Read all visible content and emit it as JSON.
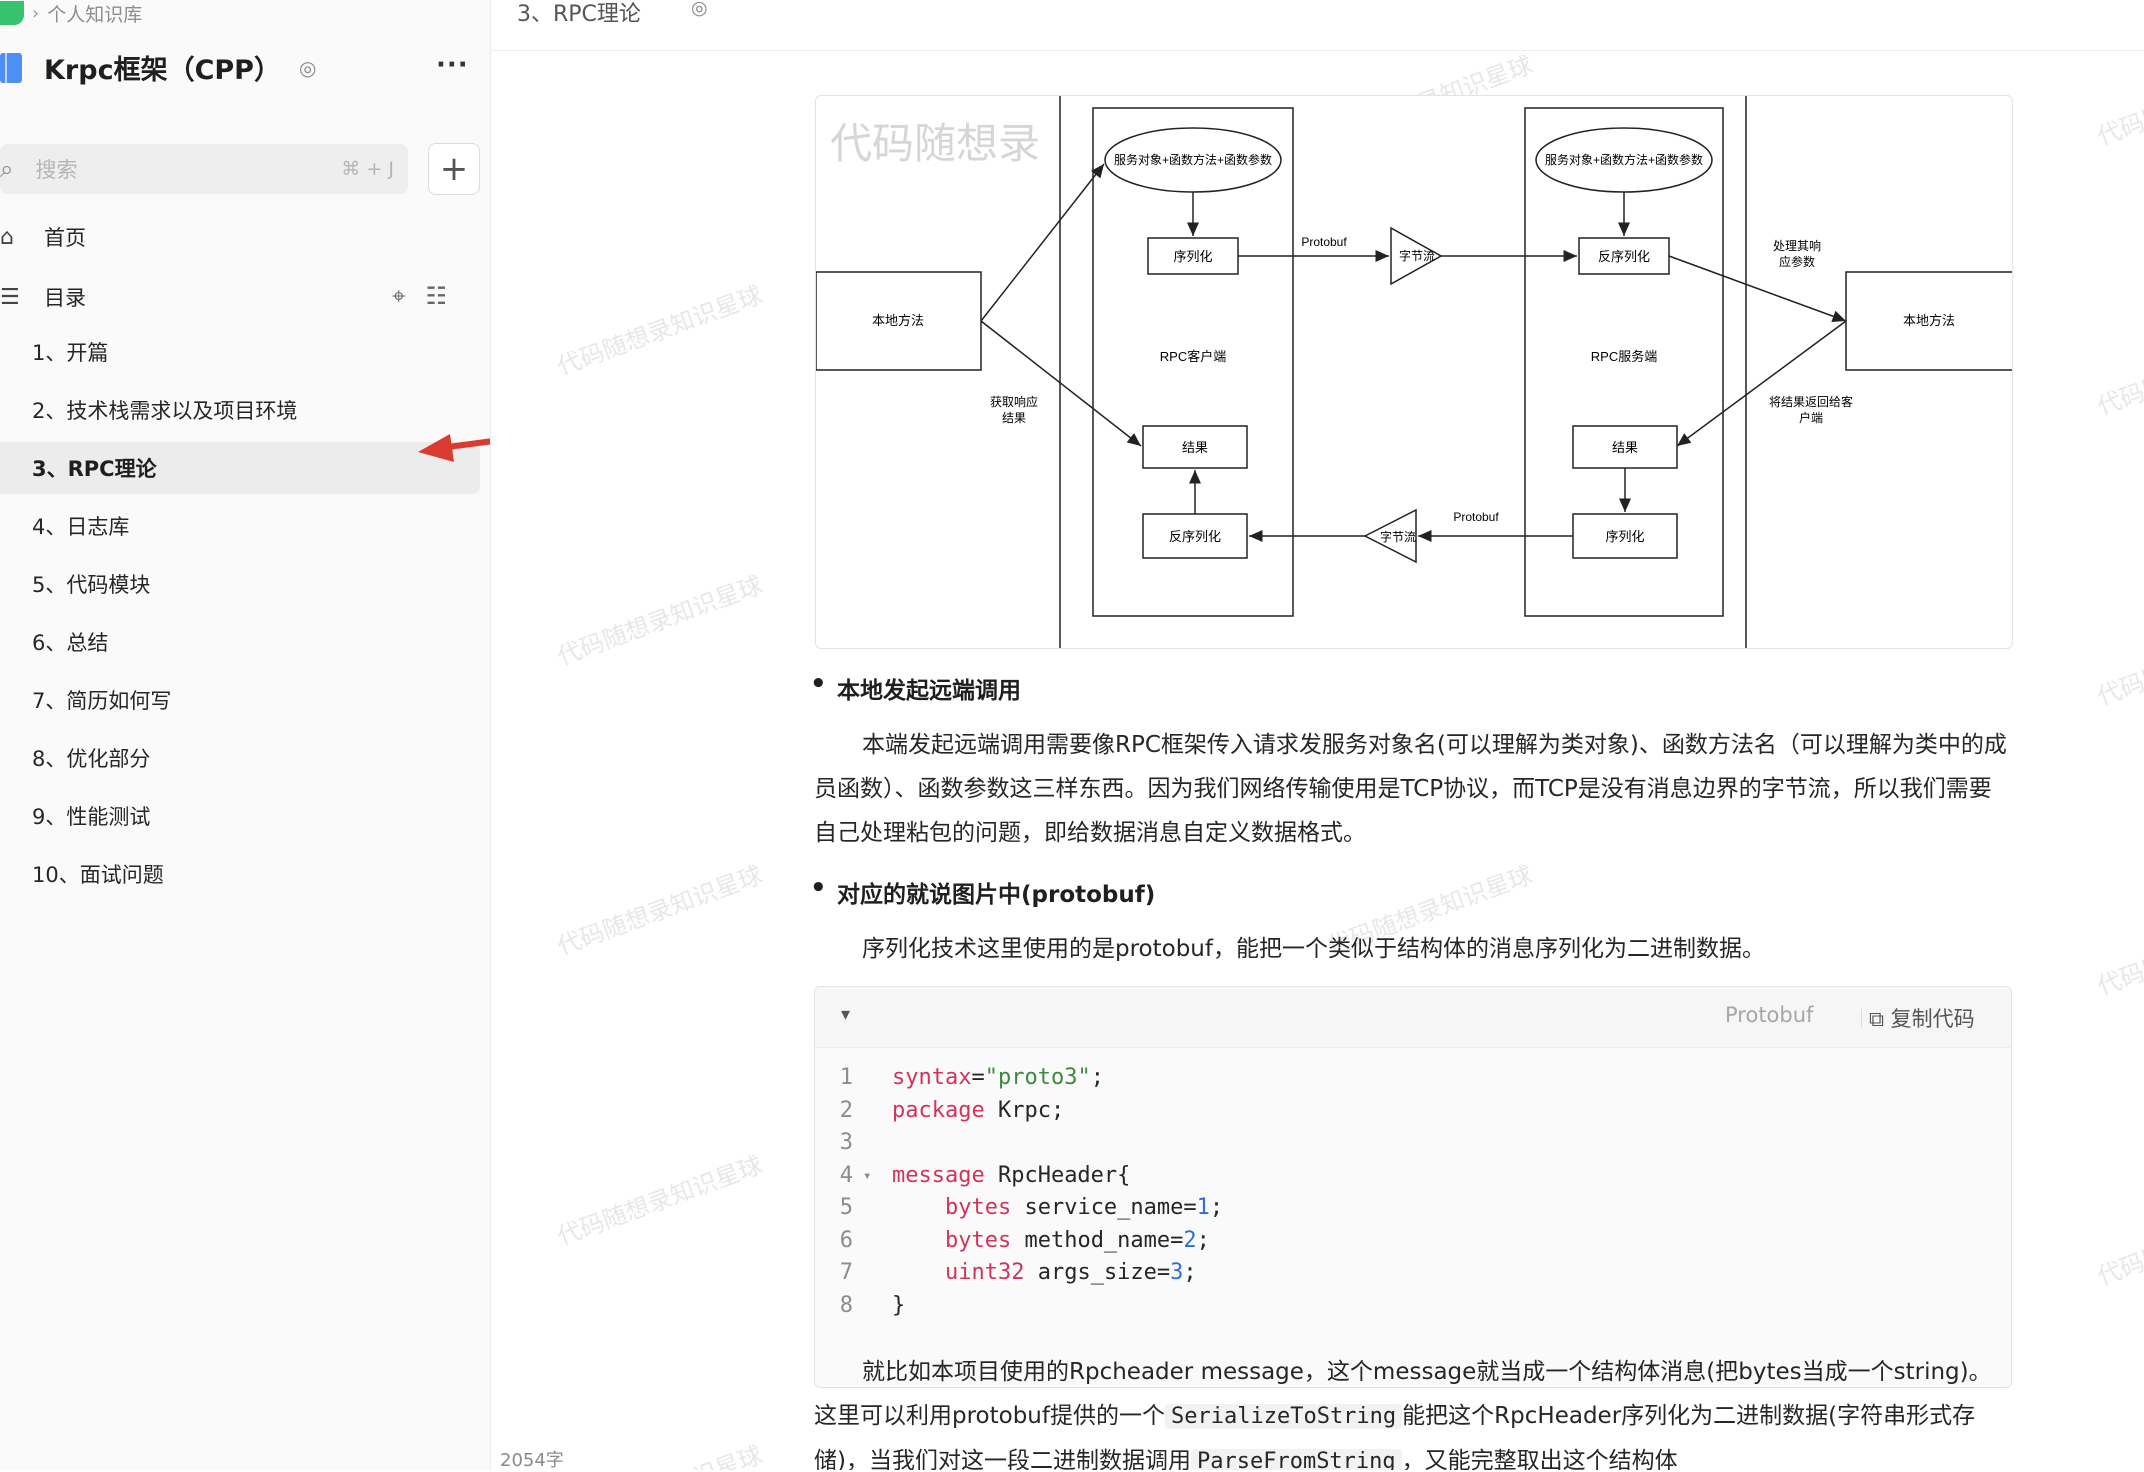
{
  "sidebar": {
    "breadcrumb": "个人知识库",
    "book_title": "Krpc框架（CPP）",
    "more": "···",
    "search_placeholder": "搜索",
    "search_shortcut": "⌘ + J",
    "add": "+",
    "home": "首页",
    "toc": "目录",
    "toc_items": [
      "1、开篇",
      "2、技术栈需求以及项目环境",
      "3、RPC理论",
      "4、日志库",
      "5、代码模块",
      "6、总结",
      "7、简历如何写",
      "8、优化部分",
      "9、性能测试",
      "10、面试问题"
    ],
    "active_index": 2
  },
  "header": {
    "doc_title": "3、RPC理论"
  },
  "watermark": "代码随想录知识星球",
  "diagram": {
    "watermark": "代码随想录",
    "client_title": "RPC客户端",
    "server_title": "RPC服务端",
    "ellipse_label": "服务对象+函数方法+函数参数",
    "serialize": "序列化",
    "deserialize": "反序列化",
    "result": "结果",
    "byte_stream": "字节流",
    "protobuf": "Protobuf",
    "local_method": "本地方法",
    "get_response_1": "获取响应",
    "get_response_2": "结果",
    "process_1": "处理其响",
    "process_2": "应参数",
    "return_1": "将结果返回给客",
    "return_2": "户端"
  },
  "content": {
    "bullet1": "本地发起远端调用",
    "para1": "本端发起远端调用需要像RPC框架传入请求发服务对象名(可以理解为类对象)、函数方法名（可以理解为类中的成员函数）、函数参数这三样东西。因为我们网络传输使用是TCP协议，而TCP是没有消息边界的字节流，所以我们需要自己处理粘包的问题，即给数据消息自定义数据格式。",
    "bullet2": "对应的就说图片中(protobuf)",
    "para2": "序列化技术这里使用的是protobuf，能把一个类似于结构体的消息序列化为二进制数据。",
    "code_lang": "Protobuf",
    "copy_label": "复制代码",
    "code_lines": [
      {
        "n": "1",
        "parts": [
          {
            "t": "syntax",
            "c": "kw"
          },
          {
            "t": "=",
            "c": ""
          },
          {
            "t": "\"proto3\"",
            "c": "str"
          },
          {
            "t": ";",
            "c": ""
          }
        ]
      },
      {
        "n": "2",
        "parts": [
          {
            "t": "package",
            "c": "kw"
          },
          {
            "t": " Krpc;",
            "c": ""
          }
        ]
      },
      {
        "n": "3",
        "parts": []
      },
      {
        "n": "4",
        "fold": true,
        "parts": [
          {
            "t": "message",
            "c": "kw"
          },
          {
            "t": " RpcHeader{",
            "c": ""
          }
        ]
      },
      {
        "n": "5",
        "parts": [
          {
            "t": "    ",
            "c": ""
          },
          {
            "t": "bytes",
            "c": "kw"
          },
          {
            "t": " service_name=",
            "c": ""
          },
          {
            "t": "1",
            "c": "num"
          },
          {
            "t": ";",
            "c": ""
          }
        ]
      },
      {
        "n": "6",
        "parts": [
          {
            "t": "    ",
            "c": ""
          },
          {
            "t": "bytes",
            "c": "kw"
          },
          {
            "t": " method_name=",
            "c": ""
          },
          {
            "t": "2",
            "c": "num"
          },
          {
            "t": ";",
            "c": ""
          }
        ]
      },
      {
        "n": "7",
        "parts": [
          {
            "t": "    ",
            "c": ""
          },
          {
            "t": "uint32",
            "c": "kw"
          },
          {
            "t": " args_size=",
            "c": ""
          },
          {
            "t": "3",
            "c": "num"
          },
          {
            "t": ";",
            "c": ""
          }
        ]
      },
      {
        "n": "8",
        "parts": [
          {
            "t": "}",
            "c": ""
          }
        ]
      }
    ],
    "para3_a": "就比如本项目使用的Rpcheader message，这个message就当成一个结构体消息(把bytes当成一个string)。这里可以利用protobuf提供的一个",
    "para3_code1": "SerializeToString",
    "para3_b": "能把这个RpcHeader序列化为二进制数据(字符串形式存储)，当我们对这一段二进制数据调用",
    "para3_code2": "ParseFromString",
    "para3_c": "，又能完整取出这个结构体"
  },
  "footer": {
    "word_count": "2054字"
  },
  "colors": {
    "accent_red": "#d93b30",
    "keyword": "#d1345a",
    "string": "#3c8a3c",
    "number": "#2d6ed8"
  }
}
